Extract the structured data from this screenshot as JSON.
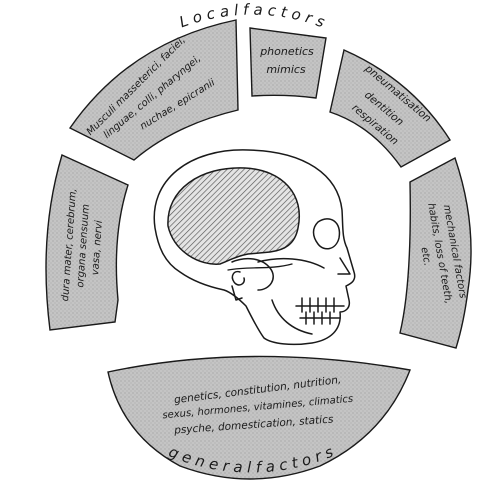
{
  "headers": {
    "local": "L o c a l   f a c t o r s",
    "general": "g e n e r a l   f a c t o r s"
  },
  "segments": {
    "dura": {
      "lines": [
        "dura mater, cerebrum,",
        "organa sensuum",
        "vasa, nervi"
      ]
    },
    "musculi": {
      "lines": [
        "Musculi masseterici, faciei,",
        "linguae, colli, pharyngei,",
        "nuchae, epicranii"
      ]
    },
    "phonetics": {
      "lines": [
        "phonetics",
        "mimics"
      ]
    },
    "pneumat": {
      "lines": [
        "pneumatisation",
        "dentition",
        "respiration"
      ]
    },
    "mechanical": {
      "lines": [
        "mechanical factors",
        "habits, loss of teeth,",
        "etc."
      ]
    },
    "general": {
      "lines": [
        "genetics, constitution, nutrition,",
        "sexus, hormones, vitamines, climatics",
        "psyche, domestication, statics"
      ]
    }
  },
  "colors": {
    "segment_fill": "#c4c4c4",
    "stroke": "#1a1a1a",
    "background": "#ffffff"
  }
}
